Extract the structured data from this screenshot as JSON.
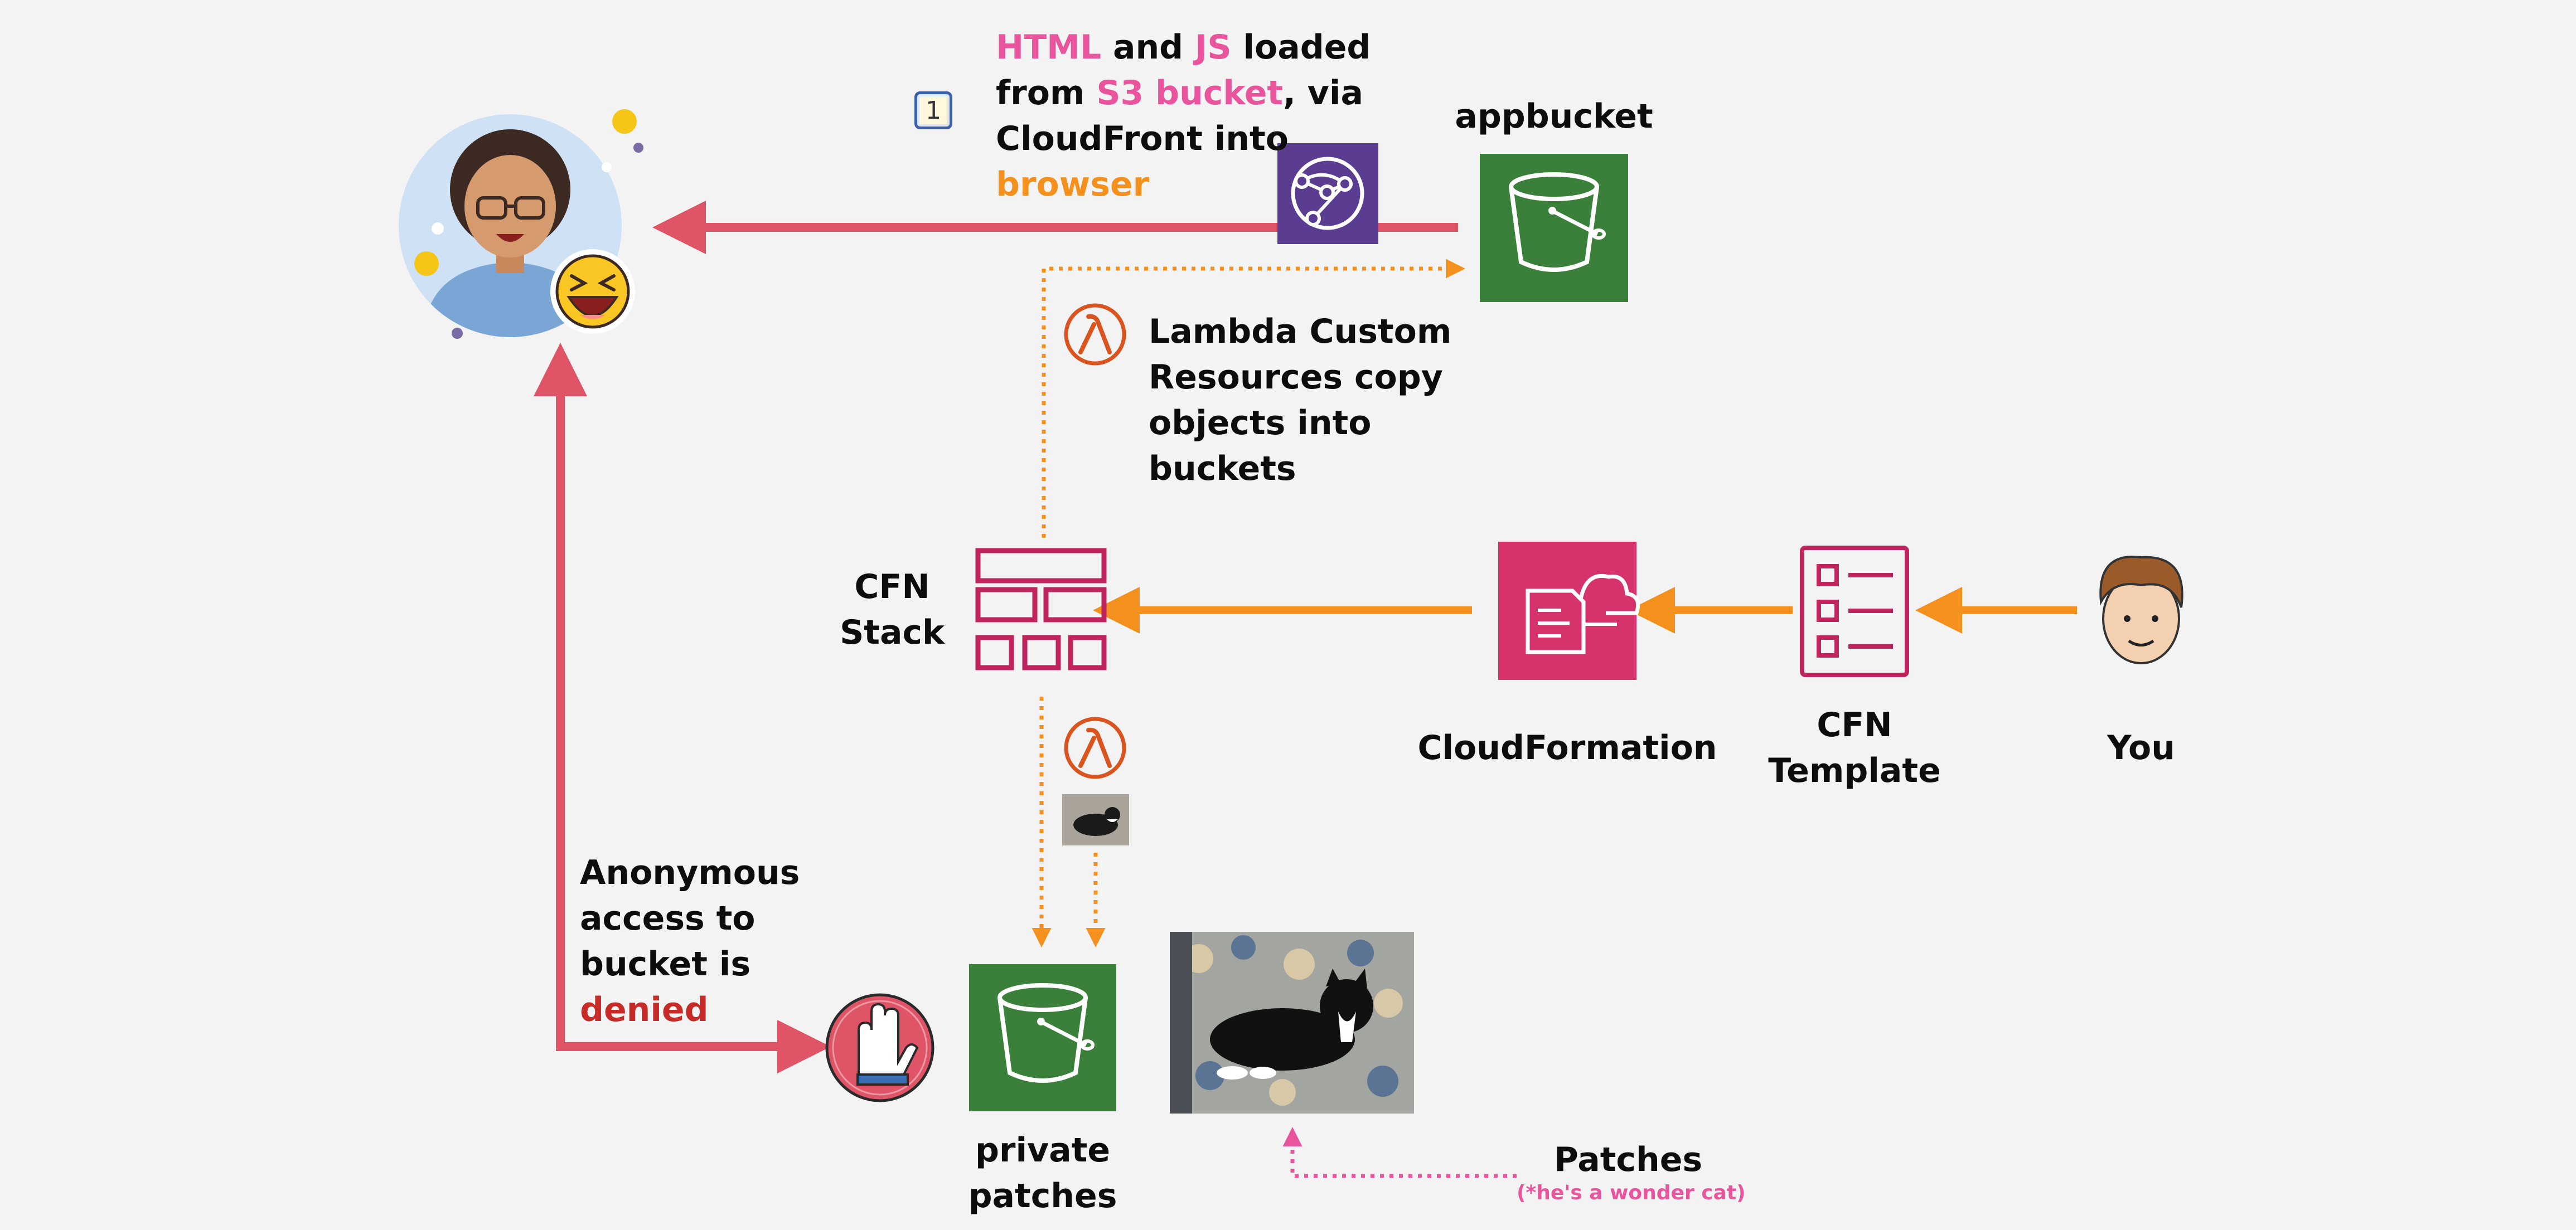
{
  "header": {
    "step_number": "1",
    "line1_a": "HTML",
    "line1_b": " and ",
    "line1_c": "JS",
    "line1_d": " loaded",
    "line2_a": "from ",
    "line2_b": "S3 bucket",
    "line2_c": ", via",
    "line3": "CloudFront into",
    "line4": "browser"
  },
  "appbucket_label": "appbucket",
  "lambda_text": [
    "Lambda Custom",
    "Resources copy",
    "objects into",
    "buckets"
  ],
  "cfn_stack_label": [
    "CFN",
    "Stack"
  ],
  "cloudformation_label": "CloudFormation",
  "cfn_template_label": [
    "CFN",
    "Template"
  ],
  "you_label": "You",
  "anonymous_text": {
    "line1": "Anonymous",
    "line2": "access to",
    "line3": "bucket is",
    "line4": "denied"
  },
  "private_bucket_label": [
    "private",
    "patches"
  ],
  "patches_label": "Patches",
  "patches_note": "(*he's a wonder cat)",
  "colors": {
    "red_arrow": "#e05468",
    "orange_arrow": "#f4901e",
    "s3_green": "#3a7f3a",
    "cloudfront_purple": "#5a3d91",
    "cloudformation_pink": "#d6336c",
    "cfn_magenta": "#c0245e",
    "lambda_orange": "#d9541e",
    "highlight_pink": "#e8559c",
    "denied_red": "#c62b28"
  }
}
